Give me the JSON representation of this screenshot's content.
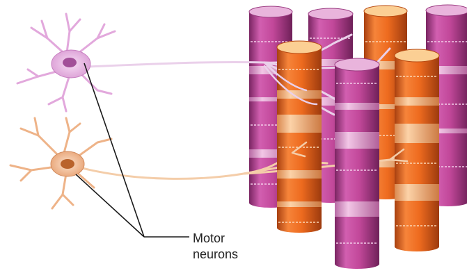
{
  "label": {
    "line1": "Motor",
    "line2": "neurons"
  },
  "colors": {
    "purple": "#c2489a",
    "purple_dark": "#8e2f73",
    "purple_band": "#e7a6d3",
    "orange": "#ee6b1f",
    "orange_dark": "#b84a12",
    "orange_band": "#f7b47a",
    "neuron_pink": "#e9b7e4",
    "neuron_orange": "#f2bc93"
  },
  "fibers": [
    {
      "color": "purple",
      "order": 1
    },
    {
      "color": "purple",
      "order": 2
    },
    {
      "color": "orange",
      "order": 3
    },
    {
      "color": "purple",
      "order": 4
    },
    {
      "color": "orange",
      "order": 5
    },
    {
      "color": "purple",
      "order": 6
    },
    {
      "color": "orange",
      "order": 7
    }
  ],
  "neurons": [
    {
      "id": "upper",
      "color": "neuron_pink"
    },
    {
      "id": "lower",
      "color": "neuron_orange"
    }
  ]
}
